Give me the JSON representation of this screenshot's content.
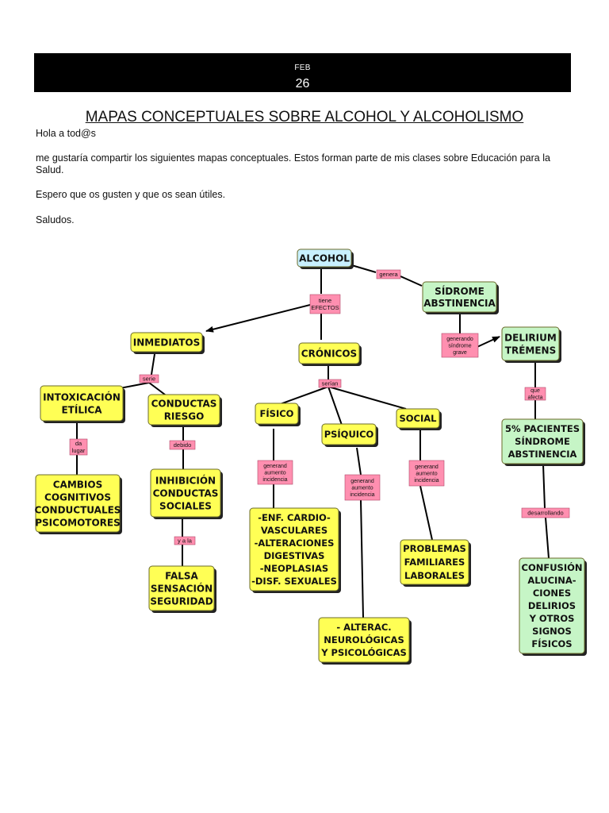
{
  "header": {
    "month": "FEB",
    "day": "26"
  },
  "post": {
    "title": "MAPAS CONCEPTUALES SOBRE ALCOHOL Y ALCOHOLISMO",
    "paragraphs": [
      "Hola a tod@s",
      "me gustaría compartir los siguientes mapas conceptuales. Estos forman parte de mis clases sobre Educación para la Salud.",
      "Espero que os gusten y que os sean útiles.",
      "Saludos."
    ]
  },
  "colors": {
    "yellow": "#ffff55",
    "green": "#c6f5c6",
    "blue": "#c8f0ff",
    "pink": "#ff8fb0"
  },
  "concept_map": {
    "nodes": {
      "alcohol": [
        "ALCOHOL"
      ],
      "sindrome": [
        "SÍDROME",
        "ABSTINENCIA"
      ],
      "delirium": [
        "DELIRIUM",
        "TRÉMENS"
      ],
      "inmediatos": [
        "INMEDIATOS"
      ],
      "cronicos": [
        "CRÓNICOS"
      ],
      "intoxicacion": [
        "INTOXICACIÓN",
        "ETÍLICA"
      ],
      "conductas": [
        "CONDUCTAS",
        "RIESGO"
      ],
      "fisico": [
        "FÍSICO"
      ],
      "psiquico": [
        "PSÍQUICO"
      ],
      "social": [
        "SOCIAL"
      ],
      "pacientes": [
        "5% PACIENTES",
        "SÍNDROME",
        "ABSTINENCIA"
      ],
      "cambios": [
        "CAMBIOS",
        "COGNITIVOS",
        "CONDUCTUALES",
        "PSICOMOTORES"
      ],
      "inhibicion": [
        "INHIBICIÓN",
        "CONDUCTAS",
        "SOCIALES"
      ],
      "falsa": [
        "FALSA",
        "SENSACIÓN",
        "SEGURIDAD"
      ],
      "enf": [
        "-ENF. CARDIO-",
        "VASCULARES",
        "-ALTERACIONES",
        "DIGESTIVAS",
        "-NEOPLASIAS",
        "-DISF. SEXUALES"
      ],
      "alterac": [
        "- ALTERAC.",
        "NEUROLÓGICAS",
        "Y PSICOLÓGICAS"
      ],
      "problemas": [
        "PROBLEMAS",
        "FAMILIARES",
        "LABORALES"
      ],
      "confusion": [
        "CONFUSIÓN",
        "ALUCINA-",
        "CIONES",
        "DELIRIOS",
        "Y OTROS",
        "SIGNOS",
        "FÍSICOS"
      ]
    },
    "links": {
      "genera": [
        "genera"
      ],
      "tiene": [
        "tiene",
        "EFECTOS"
      ],
      "generando_grave": [
        "generando",
        "síndrome",
        "grave"
      ],
      "serie": [
        "serie"
      ],
      "serian": [
        "serían"
      ],
      "que_afecta": [
        "que",
        "afecta"
      ],
      "da_lugar": [
        "da",
        "lugar"
      ],
      "debido": [
        "debido"
      ],
      "gen_fisico": [
        "generand",
        "aumento",
        "incidencia"
      ],
      "gen_psiquico": [
        "generand",
        "aumento",
        "incidencia"
      ],
      "gen_social": [
        "generand",
        "aumento",
        "incidencia"
      ],
      "desarrollando": [
        "desarrollando"
      ],
      "y_a_la": [
        "y a la"
      ]
    }
  }
}
